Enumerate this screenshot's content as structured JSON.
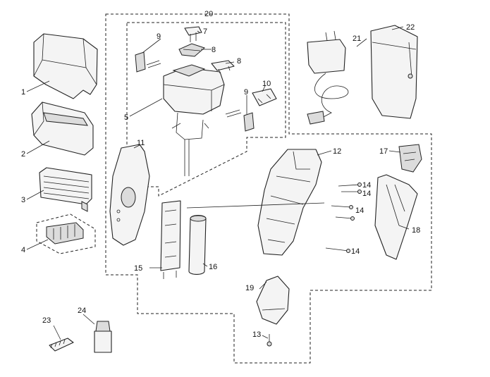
{
  "diagram": {
    "labels": {
      "p1": "1",
      "p2": "2",
      "p3": "3",
      "p4": "4",
      "p5": "5",
      "p7": "7",
      "p8a": "8",
      "p8b": "8",
      "p9a": "9",
      "p9b": "9",
      "p10": "10",
      "p11": "11",
      "p12": "12",
      "p13": "13",
      "p14a": "14",
      "p14b": "14",
      "p14c": "14",
      "p14d": "14",
      "p15": "15",
      "p16": "16",
      "p17": "17",
      "p18": "18",
      "p19": "19",
      "p20": "20",
      "p21": "21",
      "p22": "22",
      "p23": "23",
      "p24": "24"
    }
  }
}
